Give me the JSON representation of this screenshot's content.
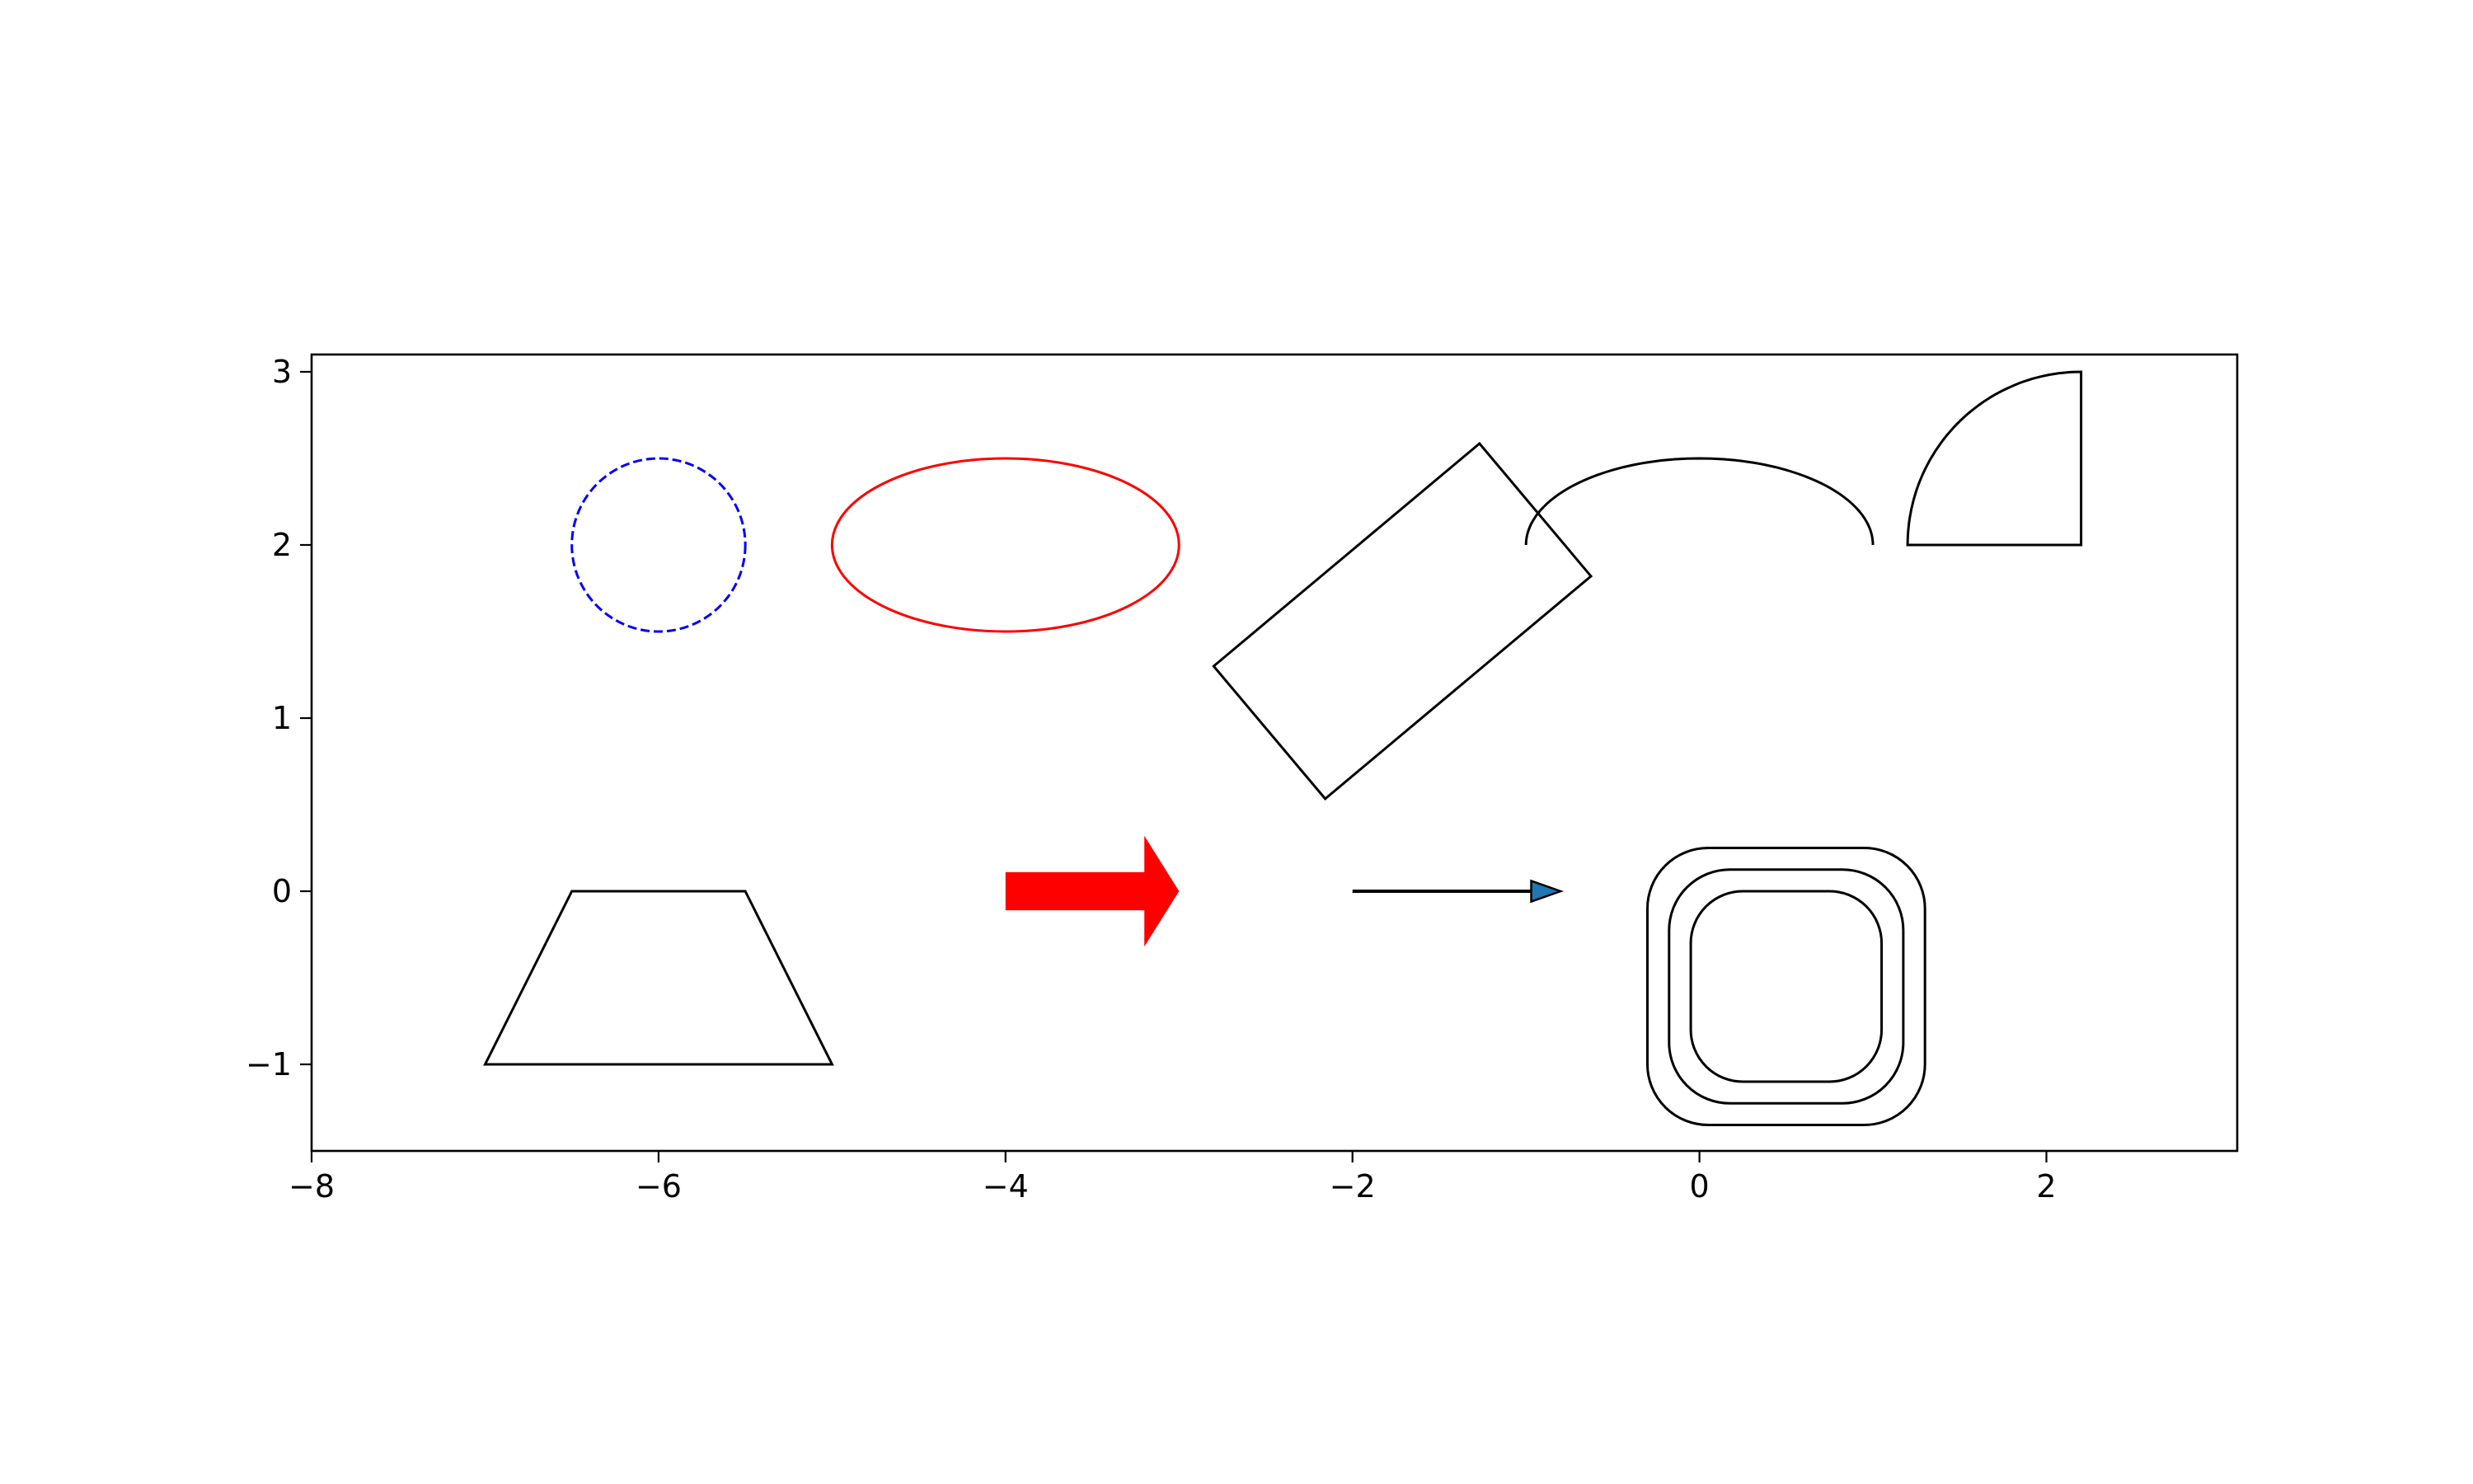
{
  "chart_data": {
    "type": "scatter",
    "title": "",
    "xlabel": "",
    "ylabel": "",
    "xlim": [
      -8,
      3.1
    ],
    "ylim": [
      -1.5,
      3.1
    ],
    "grid": false,
    "xticks": [
      {
        "value": -8,
        "label": "−8"
      },
      {
        "value": -6,
        "label": "−6"
      },
      {
        "value": -4,
        "label": "−4"
      },
      {
        "value": -2,
        "label": "−2"
      },
      {
        "value": 0,
        "label": "0"
      },
      {
        "value": 2,
        "label": "2"
      }
    ],
    "yticks": [
      {
        "value": -1,
        "label": "−1"
      },
      {
        "value": 0,
        "label": "0"
      },
      {
        "value": 1,
        "label": "1"
      },
      {
        "value": 2,
        "label": "2"
      },
      {
        "value": 3,
        "label": "3"
      }
    ],
    "shapes": [
      {
        "kind": "circle",
        "center": [
          -6,
          2
        ],
        "radius": 0.5,
        "edgecolor": "#0000ff",
        "linestyle": "dashed",
        "fill": "none"
      },
      {
        "kind": "ellipse",
        "center": [
          -4,
          2
        ],
        "width": 2,
        "height": 1,
        "edgecolor": "#ff0000",
        "linestyle": "solid",
        "fill": "none"
      },
      {
        "kind": "rectangle",
        "anchor": [
          -2.8,
          1.3
        ],
        "width": 1.0,
        "height": 2.0,
        "angle": -50,
        "edgecolor": "#000000",
        "fill": "none"
      },
      {
        "kind": "arc",
        "center": [
          0,
          2
        ],
        "width": 2,
        "height": 1,
        "theta1": 0,
        "theta2": 180,
        "edgecolor": "#000000"
      },
      {
        "kind": "wedge",
        "center": [
          2.2,
          2
        ],
        "radius": 1,
        "theta1": 90,
        "theta2": 180,
        "edgecolor": "#000000",
        "fill": "none"
      },
      {
        "kind": "polygon",
        "points": [
          [
            -7,
            -1
          ],
          [
            -5,
            -1
          ],
          [
            -5.5,
            0
          ],
          [
            -6.5,
            0
          ]
        ],
        "edgecolor": "#000000",
        "fill": "none"
      },
      {
        "kind": "fancy-arrow",
        "tail": [
          -4,
          0
        ],
        "dx": 1,
        "dy": 0,
        "color": "#ff0000"
      },
      {
        "kind": "arrow",
        "tail": [
          -2,
          0
        ],
        "head": [
          -0.8,
          0
        ],
        "edgecolor": "#000000",
        "headcolor": "#1f77b4"
      },
      {
        "kind": "rounded-box",
        "center": [
          0.5,
          -0.55
        ],
        "width": 1.1,
        "height": 1.1,
        "corner": 0.3,
        "edgecolor": "#000000"
      },
      {
        "kind": "rounded-box",
        "center": [
          0.5,
          -0.55
        ],
        "width": 1.35,
        "height": 1.35,
        "corner": 0.35,
        "edgecolor": "#000000"
      },
      {
        "kind": "rounded-box",
        "center": [
          0.5,
          -0.55
        ],
        "width": 1.6,
        "height": 1.6,
        "corner": 0.35,
        "edgecolor": "#000000"
      }
    ]
  }
}
